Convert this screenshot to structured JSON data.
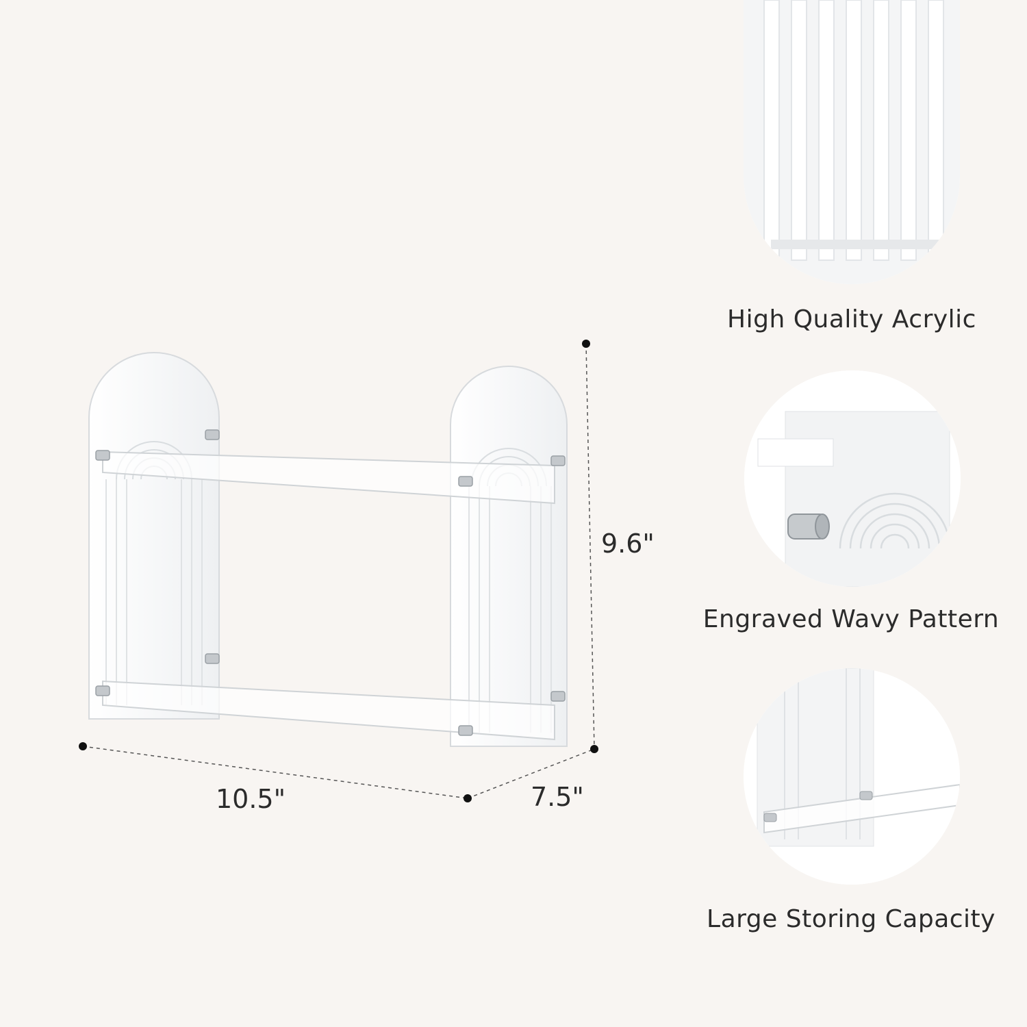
{
  "dimensions": {
    "width": "10.5\"",
    "depth": "7.5\"",
    "height": "9.6\""
  },
  "features": [
    {
      "label": "High Quality Acrylic"
    },
    {
      "label": "Engraved Wavy Pattern"
    },
    {
      "label": "Large Storing Capacity"
    }
  ],
  "colors": {
    "background": "#f8f5f2",
    "text": "#2b2b2b",
    "acrylic_edge": "#cfd3d6"
  }
}
